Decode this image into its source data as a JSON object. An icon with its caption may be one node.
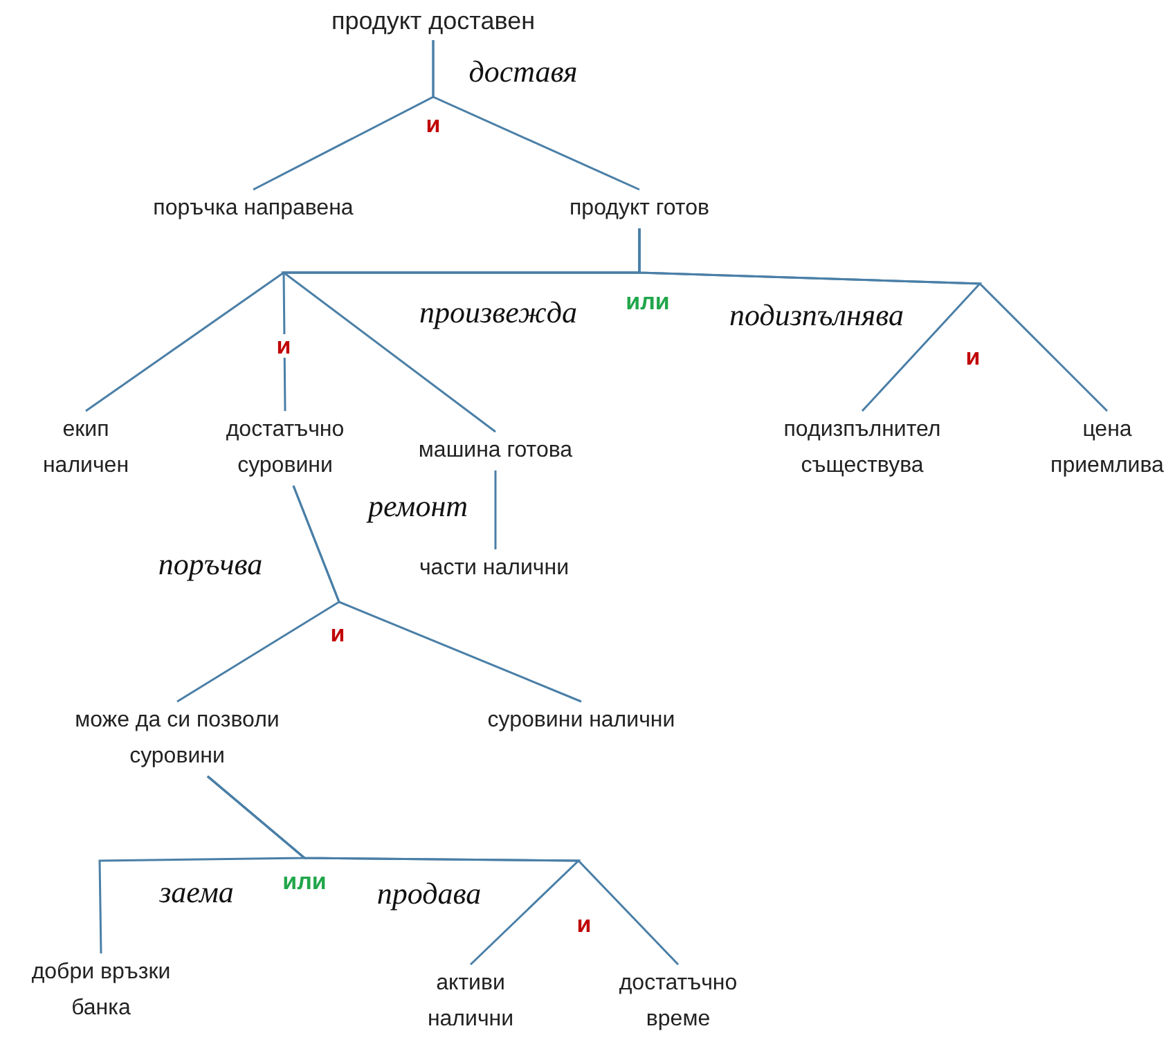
{
  "diagram": {
    "nodes": [
      {
        "text": [
          "продукт доставен"
        ]
      },
      {
        "text": [
          "поръчка направена"
        ]
      },
      {
        "text": [
          "продукт готов"
        ]
      },
      {
        "text": [
          "екип наличен"
        ]
      },
      {
        "text": [
          "достатъчно суровини"
        ]
      },
      {
        "text": [
          "машина готова"
        ]
      },
      {
        "text": [
          "подизпълнител съществува"
        ]
      },
      {
        "text": [
          "цена приемлива"
        ]
      },
      {
        "text": [
          "части налични"
        ]
      },
      {
        "text": [
          "може да си позволи суровини"
        ]
      },
      {
        "text": [
          "суровини налични"
        ]
      },
      {
        "text": [
          "добри връзки банка"
        ]
      },
      {
        "text": [
          "активи налични"
        ]
      },
      {
        "text": [
          "достатъчно време"
        ]
      }
    ],
    "edges": [
      {
        "from": 0,
        "to": 1,
        "arrow": "none"
      },
      {
        "from": 0,
        "to": 2,
        "arrow": "none"
      },
      {
        "from": 2,
        "to": 3,
        "arrow": "none"
      },
      {
        "from": 2,
        "to": 4,
        "arrow": "none"
      },
      {
        "from": 2,
        "to": 5,
        "arrow": "none"
      },
      {
        "from": 2,
        "to": 6,
        "arrow": "none"
      },
      {
        "from": 2,
        "to": 7,
        "arrow": "none"
      },
      {
        "from": 5,
        "to": 8,
        "arrow": "none"
      },
      {
        "from": 4,
        "to": 9,
        "arrow": "none"
      },
      {
        "from": 4,
        "to": 10,
        "arrow": "none"
      },
      {
        "from": 9,
        "to": 11,
        "arrow": "none"
      },
      {
        "from": 9,
        "to": 12,
        "arrow": "none"
      },
      {
        "from": 9,
        "to": 13,
        "arrow": "none"
      }
    ],
    "labels": [
      "доставя",
      "и",
      "произвежда",
      "или",
      "подизпълнява",
      "и",
      "и",
      "ремонт",
      "поръчва",
      "и",
      "заема",
      "или",
      "продава",
      "и"
    ]
  }
}
